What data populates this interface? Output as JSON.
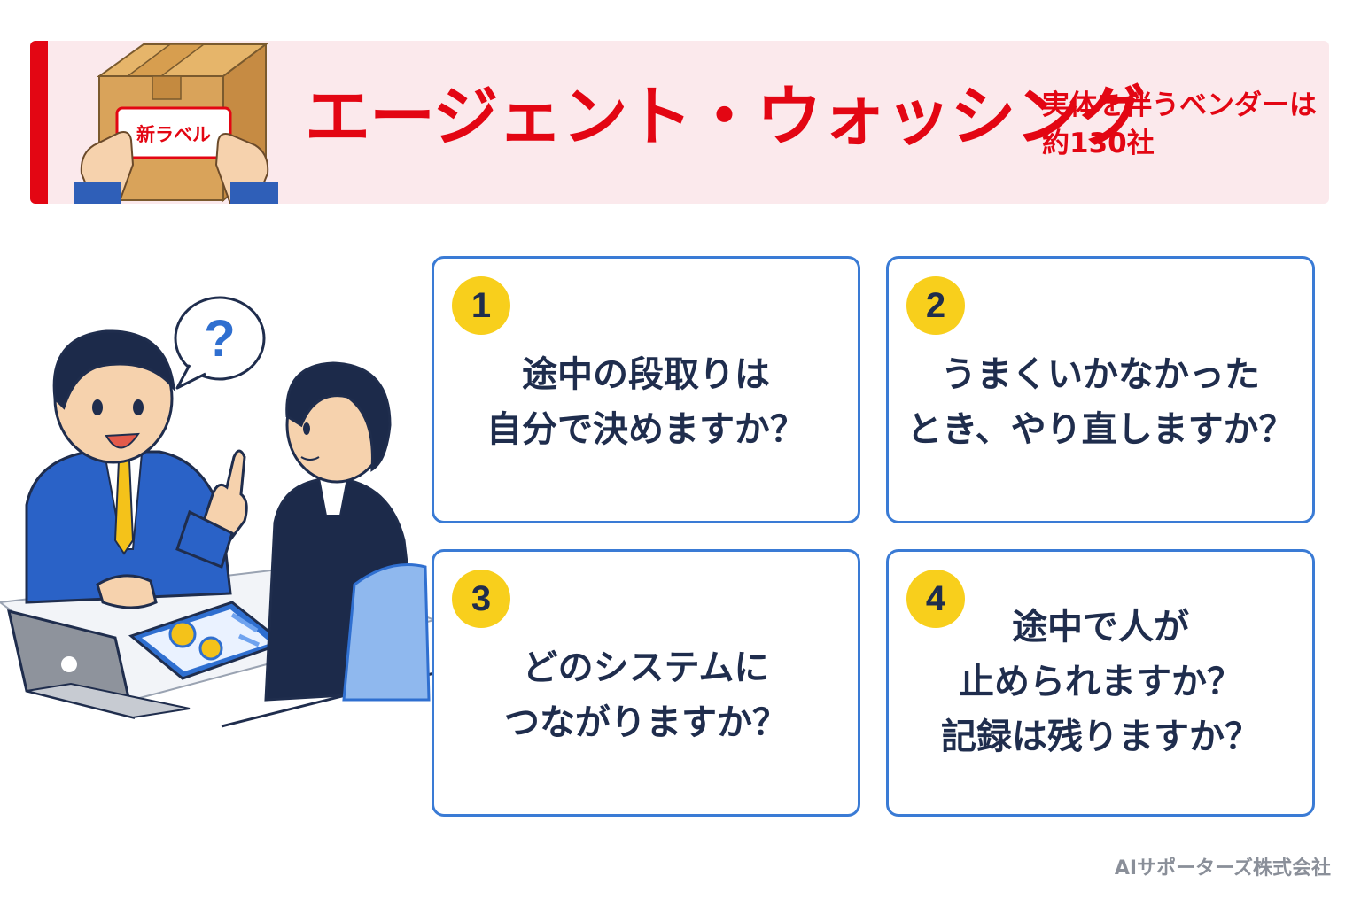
{
  "header": {
    "title": "エージェント・ウォッシング",
    "subtitle": "実体を伴うベンダーは約130社",
    "box_label": "新ラベル"
  },
  "illustration": {
    "speech_mark": "?"
  },
  "cards": [
    {
      "number": "1",
      "lines": [
        "途中の段取りは",
        "自分で決めますか？"
      ]
    },
    {
      "number": "2",
      "lines": [
        "うまくいかなかった",
        "とき、やり直しますか？"
      ]
    },
    {
      "number": "3",
      "lines": [
        "どのシステムに",
        "つながりますか？"
      ]
    },
    {
      "number": "4",
      "lines": [
        "途中で人が",
        "止められますか？",
        "記録は残りますか？"
      ]
    }
  ],
  "footer": {
    "company": "AIサポーターズ株式会社"
  },
  "colors": {
    "accent_red": "#e30613",
    "banner_bg": "#fbe9ec",
    "card_border": "#3a7bd5",
    "badge_yellow": "#f8cf1c",
    "text_navy": "#1f2d4d"
  }
}
